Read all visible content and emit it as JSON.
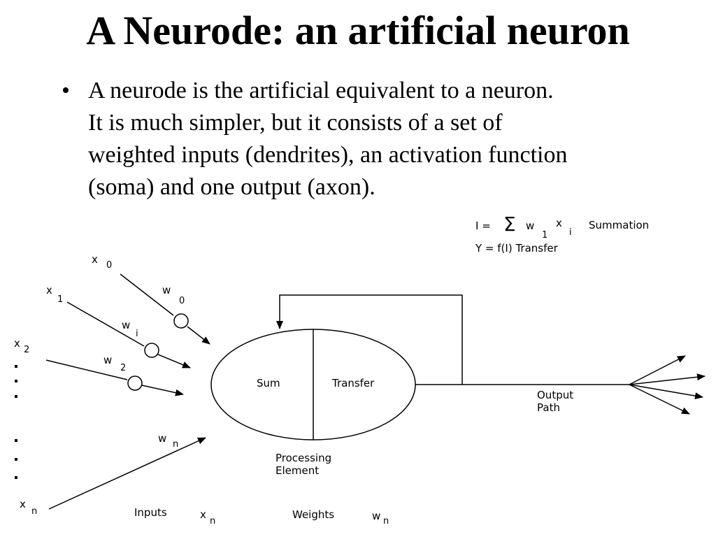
{
  "slide": {
    "title": "A Neurode: an artificial neuron",
    "bullet": {
      "lines": [
        "A neurode is the artificial equivalent to a neuron.",
        "It is much simpler, but it consists of a set of",
        "weighted inputs (dendrites), an activation function",
        "(soma) and one output (axon)."
      ]
    }
  },
  "diagram": {
    "formula_summation": {
      "lhs": "I =",
      "sigma": "Σ",
      "w": "w",
      "w_sub": "1",
      "x": "x",
      "x_sub": "i",
      "label": "Summation"
    },
    "formula_transfer": "Y = f(I) Transfer",
    "inputs": [
      {
        "name": "x",
        "sub": "0",
        "weight": "w",
        "weight_sub": "0"
      },
      {
        "name": "x",
        "sub": "1",
        "weight": "w",
        "weight_sub": "i"
      },
      {
        "name": "x",
        "sub": "2",
        "weight": "w",
        "weight_sub": "2"
      },
      {
        "name": "x",
        "sub": "n",
        "weight": "w",
        "weight_sub": "n"
      }
    ],
    "node": {
      "sum_label": "Sum",
      "transfer_label": "Transfer",
      "caption_line1": "Processing",
      "caption_line2": "Element"
    },
    "output": {
      "line1": "Output",
      "line2": "Path"
    },
    "legend": {
      "inputs_label": "Inputs",
      "inputs_symbol": "x",
      "inputs_sub": "n",
      "weights_label": "Weights",
      "weights_symbol": "w",
      "weights_sub": "n"
    }
  }
}
